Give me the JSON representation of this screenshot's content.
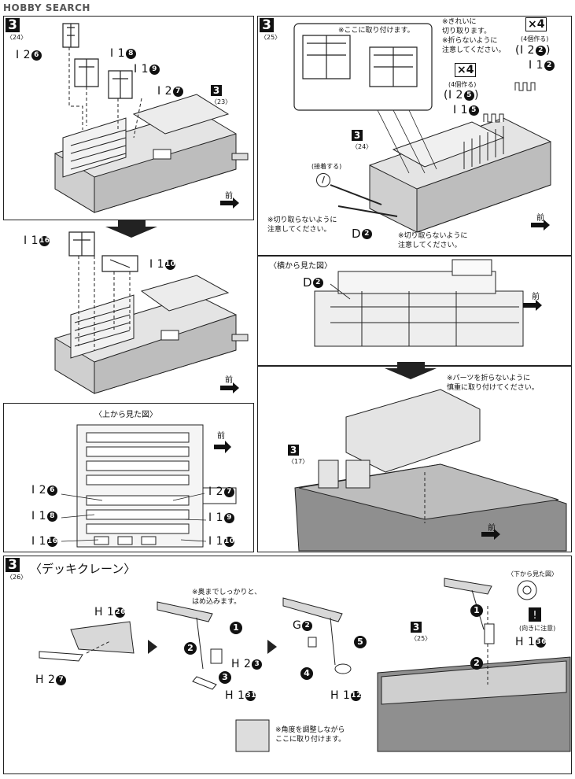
{
  "header": {
    "logo_text": "HOBBY SEARCH"
  },
  "step_main": "3",
  "panels": {
    "p24": {
      "step": "3",
      "sub": "〈24〉",
      "labels": {
        "a": "I 2",
        "a_n": "6",
        "b": "I 1",
        "b_n": "8",
        "c": "I 1",
        "c_n": "9",
        "d": "I 2",
        "d_n": "7"
      },
      "ref_step": "3",
      "ref_sub": "〈23〉",
      "front": "前"
    },
    "p24b": {
      "labels": {
        "a": "I 1",
        "a_n": "16",
        "b": "I 1",
        "b_n": "10"
      },
      "front": "前"
    },
    "top_view": {
      "title": "〈上から見た図〉",
      "front": "前",
      "labels": {
        "l1": "I 2",
        "l1_n": "6",
        "l2": "I 1",
        "l2_n": "8",
        "l3": "I 1",
        "l3_n": "16",
        "r1": "I 2",
        "r1_n": "7",
        "r2": "I 1",
        "r2_n": "9",
        "r3": "I 1",
        "r3_n": "10"
      }
    },
    "p25": {
      "step": "3",
      "sub": "〈25〉",
      "callout": "※ここに取り付けます。",
      "note_tr": "※きれいに\n切り取ります。\n※折らないように\n注意してください。",
      "x4_a": "×4",
      "x4_a_sub": "(4個作る)",
      "x4_a_part": "(I 2",
      "x4_a_part_n": "2",
      "x4_a_close": ")",
      "x4_b": "×4",
      "x4_b_sub": "(4個作る)",
      "x4_b_part": "(I 2",
      "x4_b_part_n": "5",
      "x4_b_close": ")",
      "lbl_i12": "I 1",
      "lbl_i12_n": "2",
      "lbl_i15": "I 1",
      "lbl_i15_n": "5",
      "ref_step": "3",
      "ref_sub": "〈24〉",
      "glue": "(接着する)",
      "note_cut1": "※切り取らないように\n注意してください。",
      "note_cut2": "※切り取らないように\n注意してください。",
      "d2": "D",
      "d2_n": "2",
      "front": "前"
    },
    "side_view": {
      "title": "〈横から見た図〉",
      "d2": "D",
      "d2_n": "2",
      "front": "前"
    },
    "p25c": {
      "note": "※パーツを折らないように\n慎重に取り付けてください。",
      "ref_step": "3",
      "ref_sub": "〈17〉",
      "front": "前"
    },
    "p26": {
      "step": "3",
      "sub": "〈26〉",
      "title": "〈デッキクレーン〉",
      "h126": "H 1",
      "h126_n": "26",
      "h27": "H 2",
      "h27_n": "7",
      "note_push": "※奥までしっかりと、\nはめ込みます。",
      "h23": "H 2",
      "h23_n": "3",
      "h131": "H 1",
      "h131_n": "31",
      "g2": "G",
      "g2_n": "2",
      "h112": "H 1",
      "h112_n": "12",
      "bottom_view": "〈下から見た図〉",
      "caution": "(向きに注意)",
      "h136": "H 1",
      "h136_n": "36",
      "ref_step": "3",
      "ref_sub": "〈25〉",
      "note_angle": "※角度を調整しながら\nここに取り付けます。"
    }
  }
}
